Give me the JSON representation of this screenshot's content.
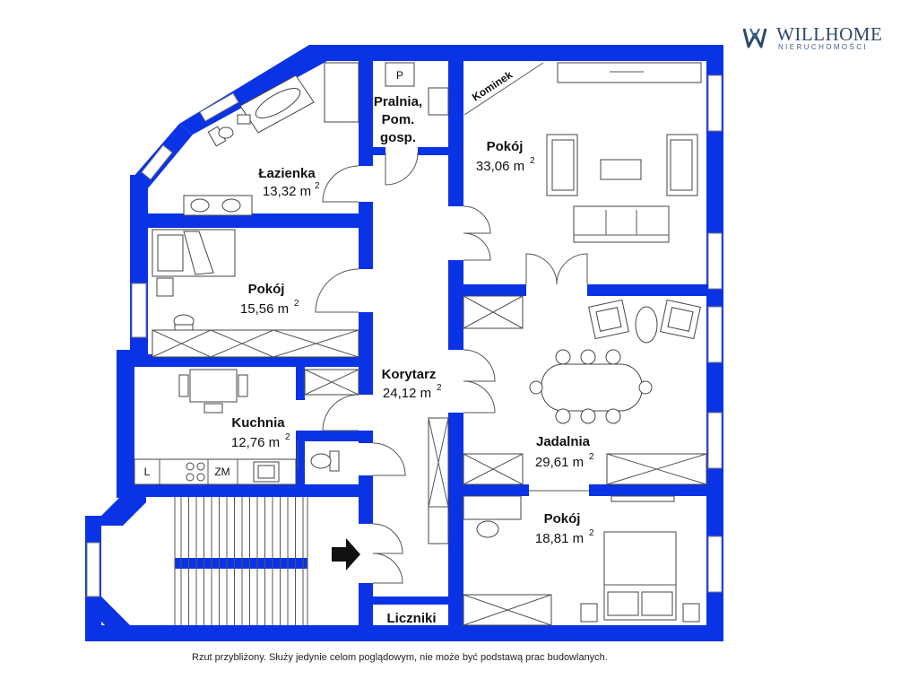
{
  "brand": {
    "name": "WILLHOME",
    "subtitle": "NIERUCHOMOŚCI",
    "primary_color": "#0b33e6",
    "logo_color": "#2d4a6b"
  },
  "rooms": {
    "lazienka": {
      "name": "Łazienka",
      "area": "13,32 m",
      "unit_sup": "2"
    },
    "pralnia": {
      "name_line1": "Pralnia,",
      "name_line2": "Pom.",
      "name_line3": "gosp."
    },
    "pokoj_main": {
      "name": "Pokój",
      "area": "33,06 m",
      "unit_sup": "2"
    },
    "pokoj_left": {
      "name": "Pokój",
      "area": "15,56 m",
      "unit_sup": "2"
    },
    "korytarz": {
      "name": "Korytarz",
      "area": "24,12 m",
      "unit_sup": "2"
    },
    "kuchnia": {
      "name": "Kuchnia",
      "area": "12,76 m",
      "unit_sup": "2"
    },
    "jadalnia": {
      "name": "Jadalnia",
      "area": "29,61 m",
      "unit_sup": "2"
    },
    "pokoj_bottom": {
      "name": "Pokój",
      "area": "18,81 m",
      "unit_sup": "2"
    },
    "liczniki": {
      "name": "Liczniki"
    }
  },
  "labels": {
    "kominek": "Kominek",
    "p": "P",
    "l": "L",
    "zm": "ZM"
  },
  "disclaimer": "Rzut przybliżony. Służy jedynie celom poglądowym, nie może być podstawą prac budowlanych."
}
